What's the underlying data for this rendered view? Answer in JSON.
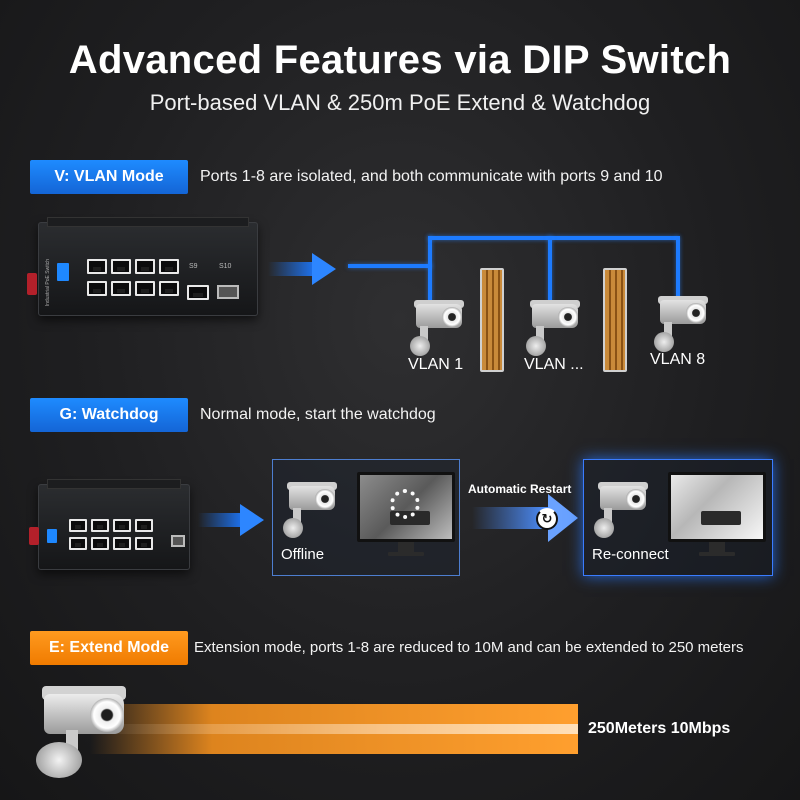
{
  "header": {
    "title": "Advanced Features via DIP Switch",
    "subtitle": "Port-based VLAN & 250m PoE Extend & Watchdog"
  },
  "vlan": {
    "badge": "V: VLAN Mode",
    "description": "Ports 1-8 are isolated, and both communicate with ports 9 and 10",
    "camera_labels": [
      "VLAN 1",
      "VLAN ...",
      "VLAN 8"
    ],
    "colors": {
      "badge": "#1a73e8",
      "lines": "#1d7bff"
    }
  },
  "watchdog": {
    "badge": "G: Watchdog",
    "description": "Normal mode, start the watchdog",
    "offline_label": "Offline",
    "restart_label": "Automatic Restart",
    "reconnect_label": "Re-connect"
  },
  "extend": {
    "badge": "E: Extend Mode",
    "description": "Extension mode, ports 1-8 are reduced to 10M and can be extended to 250 meters",
    "distance_label": "250Meters 10Mbps",
    "colors": {
      "badge": "#f58300",
      "bar": "#ff9f2e"
    }
  },
  "device": {
    "port_labels": {
      "sfp9": "S9",
      "sfp10": "S10"
    },
    "side_text": "Industrial PoE Switch"
  },
  "icons": [
    "switch-icon",
    "camera-icon",
    "cable-icon",
    "monitor-icon",
    "loading-spinner-icon",
    "refresh-icon",
    "arrow-right-icon"
  ]
}
